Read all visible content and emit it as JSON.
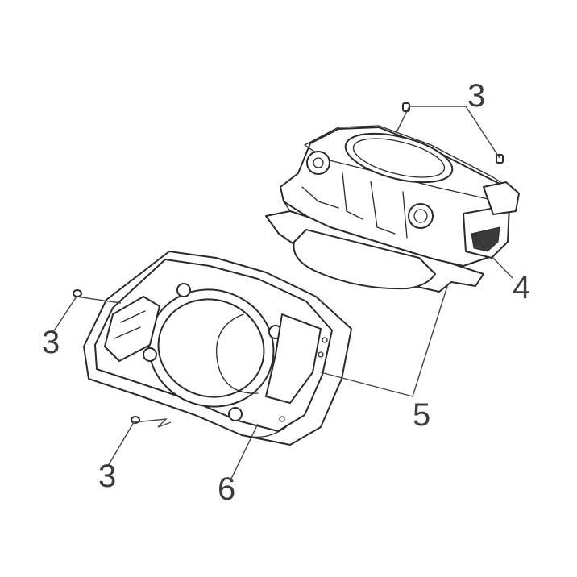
{
  "callouts": {
    "c3_top_right": "3",
    "c3_left_upper": "3",
    "c3_left_lower": "3",
    "c4": "4",
    "c5": "5",
    "c6": "6"
  }
}
